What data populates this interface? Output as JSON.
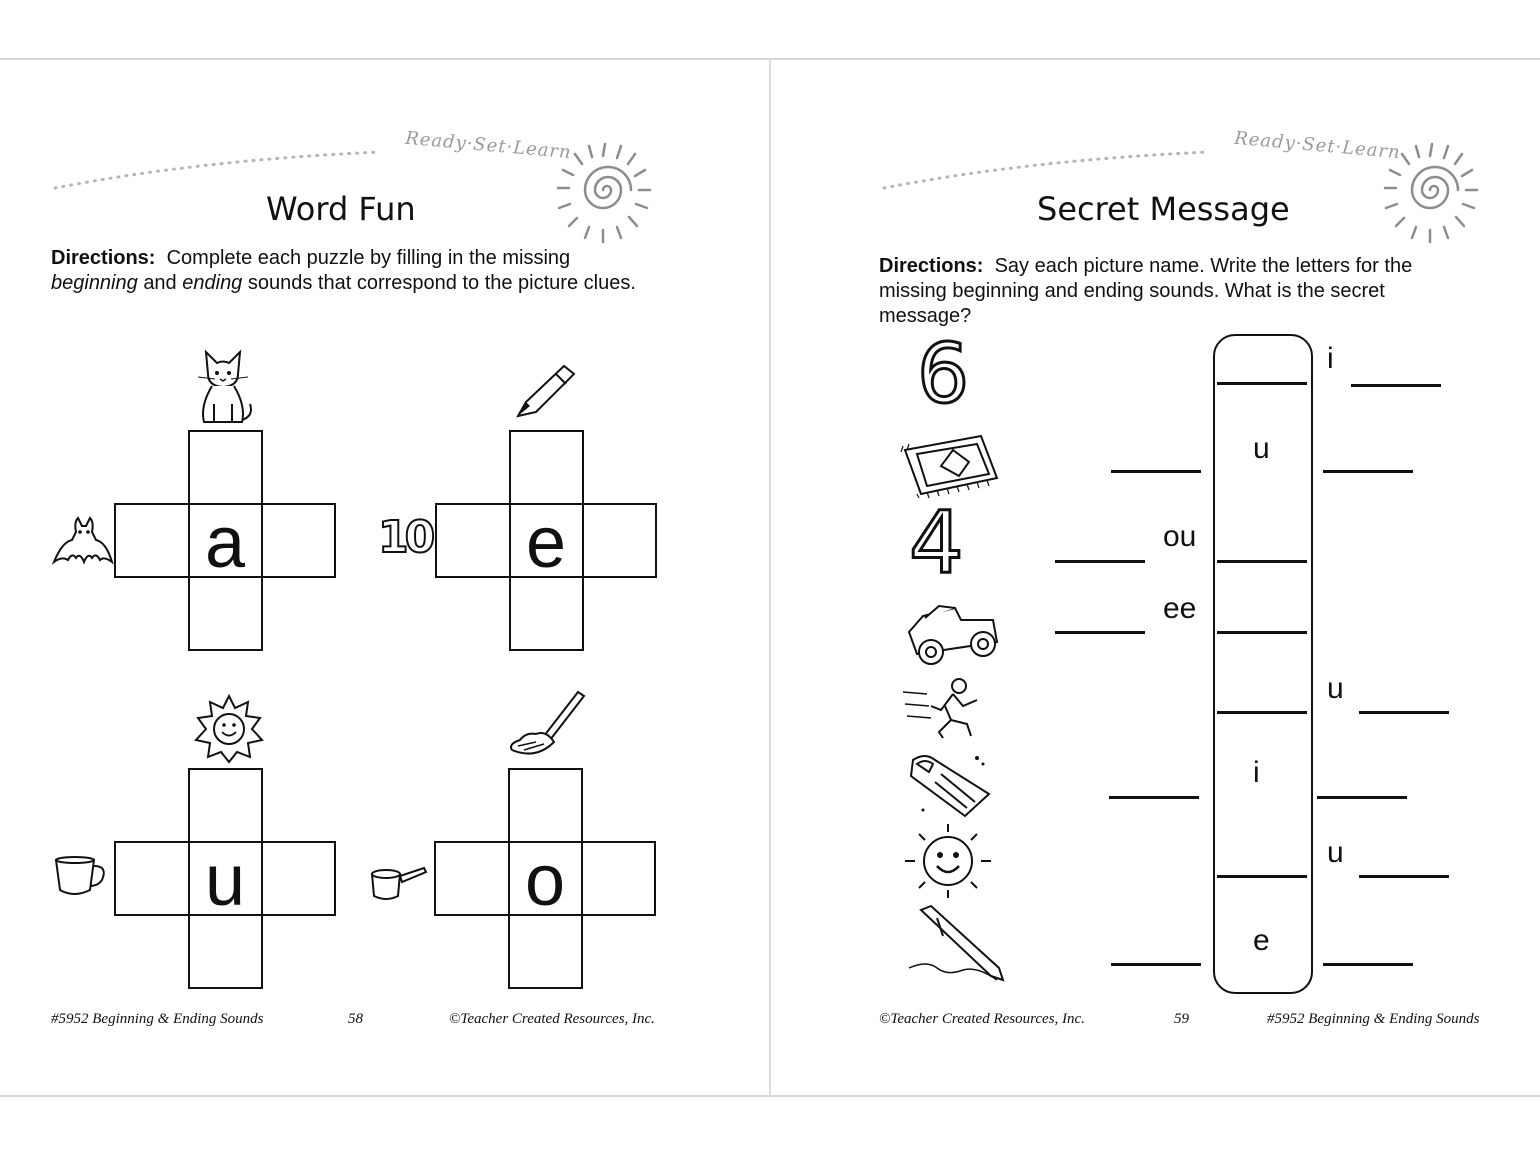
{
  "left_page": {
    "banner": "Ready·Set·Learn",
    "title": "Word Fun",
    "directions": {
      "label": "Directions:",
      "part1": "Complete each puzzle by filling in the missing",
      "italic1": "beginning",
      "part2": "and",
      "italic2": "ending",
      "part3": "sounds that correspond to the picture clues."
    },
    "puzzles": [
      {
        "letter": "a",
        "top_icon": "cat-icon",
        "left_icon": "bat-icon"
      },
      {
        "letter": "e",
        "top_icon": "pen-icon",
        "left_icon": "ten-icon"
      },
      {
        "letter": "u",
        "top_icon": "sun-icon",
        "left_icon": "cup-icon"
      },
      {
        "letter": "o",
        "top_icon": "mop-icon",
        "left_icon": "pot-icon"
      }
    ],
    "ten_label": "10",
    "footer": {
      "book": "#5952 Beginning & Ending Sounds",
      "page": "58",
      "copyright": "©Teacher Created Resources, Inc."
    }
  },
  "right_page": {
    "banner": "Ready·Set·Learn",
    "title": "Secret Message",
    "directions": {
      "label": "Directions:",
      "text": "Say each picture name.  Write the letters for the missing beginning and ending sounds.  What is the secret message?"
    },
    "six_label": "6",
    "four_label": "4",
    "rows": [
      {
        "icon": "six-icon",
        "given": "i"
      },
      {
        "icon": "rug-icon",
        "given": "u"
      },
      {
        "icon": "four-icon",
        "given": "ou"
      },
      {
        "icon": "jeep-icon",
        "given": "ee"
      },
      {
        "icon": "runner-icon",
        "given": "u"
      },
      {
        "icon": "fin-icon",
        "given": "i"
      },
      {
        "icon": "sun-icon",
        "given": "u"
      },
      {
        "icon": "pen-icon",
        "given": "e"
      }
    ],
    "footer": {
      "copyright": "©Teacher Created Resources, Inc.",
      "page": "59",
      "book": "#5952 Beginning & Ending Sounds"
    }
  },
  "colors": {
    "ink": "#111111",
    "banner_gray": "#9a9a9a",
    "page_border": "#d6d6d6"
  }
}
